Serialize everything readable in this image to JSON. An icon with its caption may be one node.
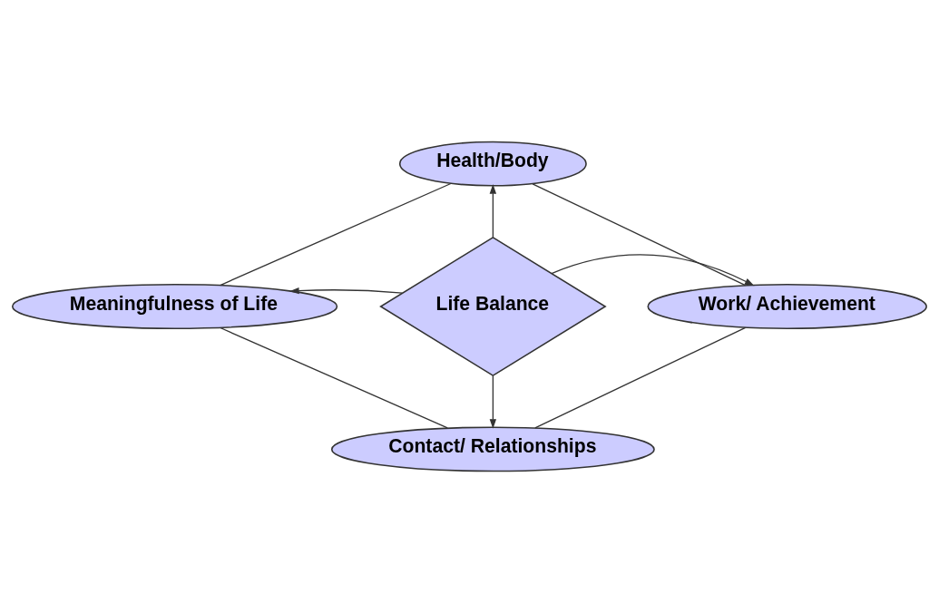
{
  "diagram": {
    "nodes": [
      {
        "text": [
          "Health/Body"
        ]
      },
      {
        "text": [
          "Meaningfulness of Life"
        ]
      },
      {
        "text": [
          "Life Balance"
        ]
      },
      {
        "text": [
          "Work/ Achievement"
        ]
      },
      {
        "text": [
          "Contact/ Relationships"
        ]
      }
    ],
    "edges": [
      {
        "from": 2,
        "to": 0,
        "arrow": "to"
      },
      {
        "from": 2,
        "to": 1,
        "arrow": "to"
      },
      {
        "from": 2,
        "to": 3,
        "arrow": "to"
      },
      {
        "from": 2,
        "to": 4,
        "arrow": "to"
      },
      {
        "from": 0,
        "to": 1,
        "arrow": "none"
      },
      {
        "from": 0,
        "to": 3,
        "arrow": "none"
      },
      {
        "from": 1,
        "to": 4,
        "arrow": "none"
      },
      {
        "from": 3,
        "to": 4,
        "arrow": "none"
      }
    ]
  }
}
